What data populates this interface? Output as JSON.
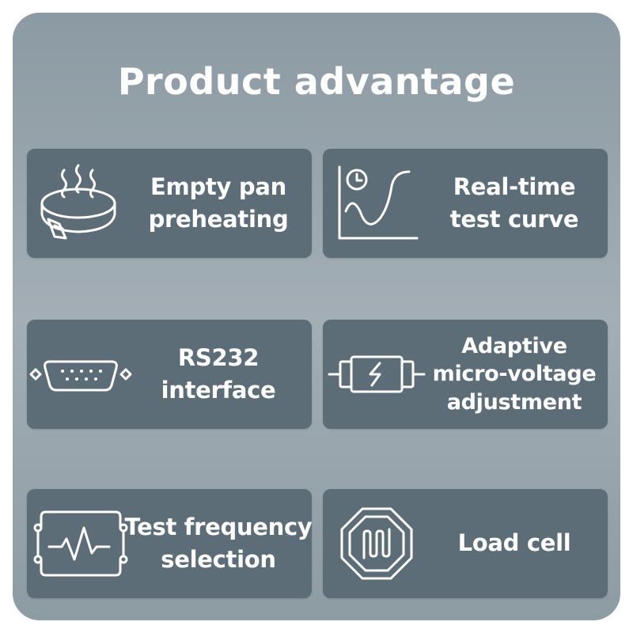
{
  "title": "Product advantage",
  "colors": {
    "panel": "#98a5ad",
    "card": "#5d6d77",
    "text": "#ffffff"
  },
  "cards": [
    {
      "icon": "heating-pan-icon",
      "lines": [
        "Empty pan",
        "preheating"
      ]
    },
    {
      "icon": "timer-curve-icon",
      "lines": [
        "Real-time",
        "test curve"
      ]
    },
    {
      "icon": "serial-port-icon",
      "lines": [
        "RS232",
        "interface"
      ]
    },
    {
      "icon": "voltage-fuse-icon",
      "lines": [
        "Adaptive",
        "micro-voltage",
        "adjustment"
      ]
    },
    {
      "icon": "waveform-icon",
      "lines": [
        "Test frequency",
        "selection"
      ]
    },
    {
      "icon": "load-cell-icon",
      "lines": [
        "Load cell"
      ]
    }
  ]
}
